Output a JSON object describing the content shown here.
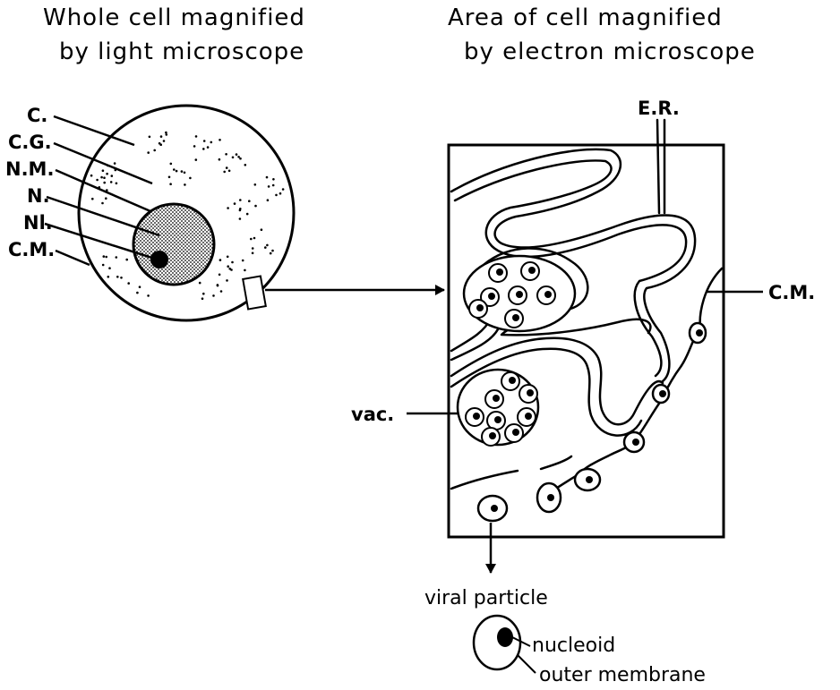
{
  "left_heading": [
    "Whole cell magnified",
    "by light microscope"
  ],
  "right_heading": [
    "Area of cell magnified",
    "by electron microscope"
  ],
  "left_labels": [
    "C.",
    "C.G.",
    "N.M.",
    "N.",
    "Nl.",
    "C.M."
  ],
  "right_labels": {
    "er": "E.R.",
    "cm": "C.M.",
    "vac": "vac.",
    "viral_particle": "viral particle",
    "nucleoid": "nucleoid",
    "outer_membrane": "outer membrane"
  }
}
